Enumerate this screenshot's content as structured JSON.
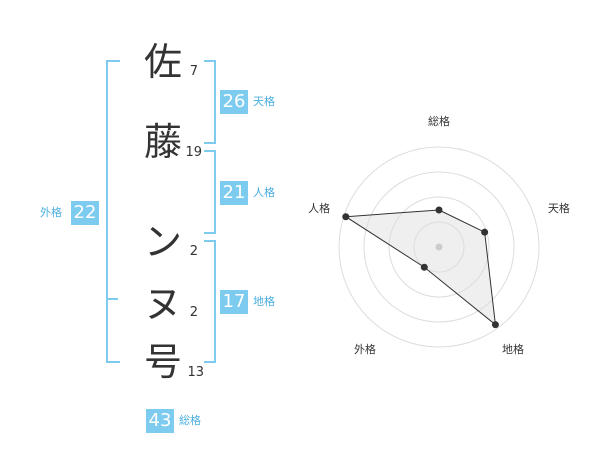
{
  "name_chars": [
    {
      "char": "佐",
      "strokes": "7"
    },
    {
      "char": "藤",
      "strokes": "19"
    },
    {
      "char": "ン",
      "strokes": "2"
    },
    {
      "char": "ヌ",
      "strokes": "2"
    },
    {
      "char": "号",
      "strokes": "13"
    }
  ],
  "scores": {
    "tenkaku": {
      "value": "26",
      "label": "天格"
    },
    "jinkaku": {
      "value": "21",
      "label": "人格"
    },
    "chikaku": {
      "value": "17",
      "label": "地格"
    },
    "gaikaku": {
      "value": "22",
      "label": "外格"
    },
    "soukaku": {
      "value": "43",
      "label": "総格"
    }
  },
  "colors": {
    "accent": "#7ecbf0",
    "accent_text": "#4aaee0",
    "text": "#333333"
  },
  "chart_data": {
    "type": "radar",
    "axes": [
      "総格",
      "天格",
      "地格",
      "外格",
      "人格"
    ],
    "values": [
      0.37,
      0.48,
      0.96,
      0.25,
      0.98
    ],
    "range": [
      0,
      1
    ],
    "rings": 4,
    "grid": true
  }
}
